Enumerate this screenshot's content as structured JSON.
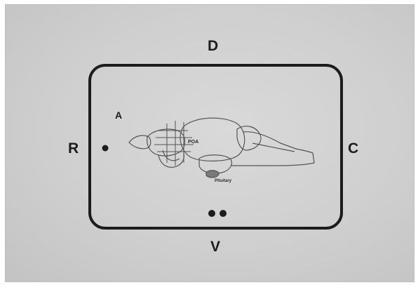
{
  "labels": {
    "dorsal": "D",
    "ventral": "V",
    "rostral": "R",
    "caudal": "C",
    "anterior": "A",
    "poa": "POA",
    "pituitary": "Pituitary"
  },
  "colors": {
    "paper": "#cfcfcf",
    "ink": "#1c1c1c",
    "sketch": "#555555"
  }
}
